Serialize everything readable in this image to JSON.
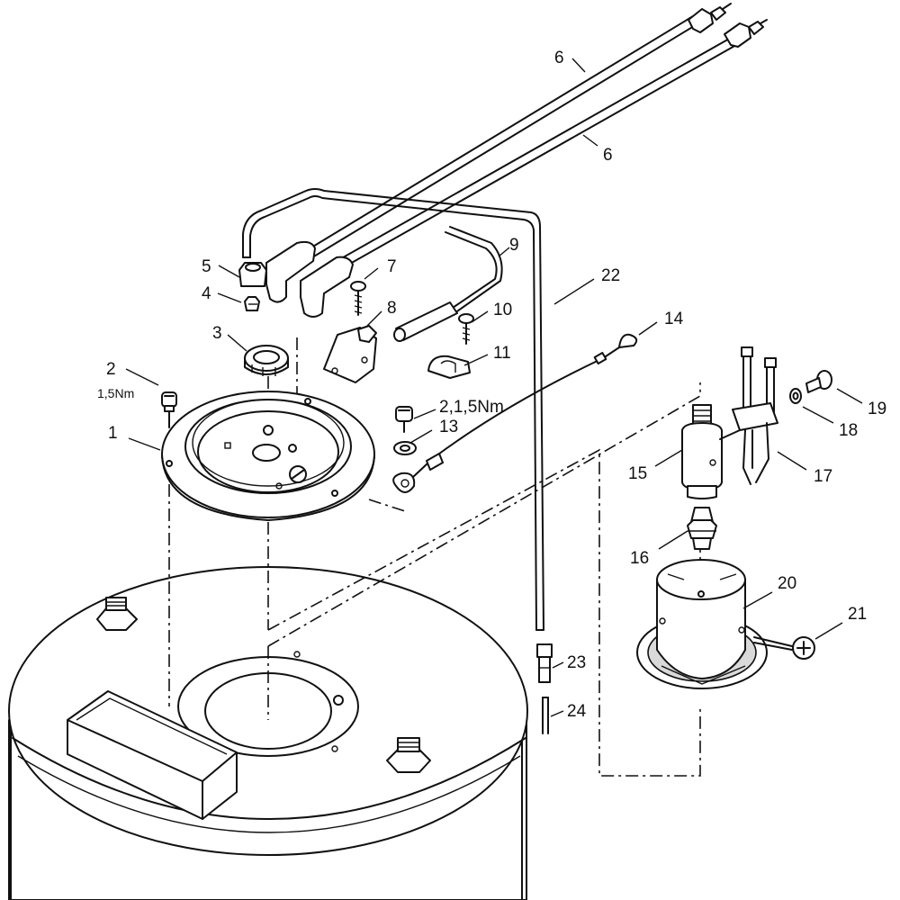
{
  "diagram": {
    "callouts": [
      {
        "id": "c1",
        "text": "1"
      },
      {
        "id": "c2",
        "text": "2"
      },
      {
        "id": "c2b",
        "text": "1,5Nm"
      },
      {
        "id": "c3",
        "text": "3"
      },
      {
        "id": "c4",
        "text": "4"
      },
      {
        "id": "c5",
        "text": "5"
      },
      {
        "id": "c6a",
        "text": "6"
      },
      {
        "id": "c6b",
        "text": "6"
      },
      {
        "id": "c7",
        "text": "7"
      },
      {
        "id": "c8",
        "text": "8"
      },
      {
        "id": "c9",
        "text": "9"
      },
      {
        "id": "c10",
        "text": "10"
      },
      {
        "id": "c11",
        "text": "11"
      },
      {
        "id": "c12",
        "text": "2,1,5Nm"
      },
      {
        "id": "c13",
        "text": "13"
      },
      {
        "id": "c14",
        "text": "14"
      },
      {
        "id": "c15",
        "text": "15"
      },
      {
        "id": "c16",
        "text": "16"
      },
      {
        "id": "c17",
        "text": "17"
      },
      {
        "id": "c18",
        "text": "18"
      },
      {
        "id": "c19",
        "text": "19"
      },
      {
        "id": "c20",
        "text": "20"
      },
      {
        "id": "c21",
        "text": "21"
      },
      {
        "id": "c22",
        "text": "22"
      },
      {
        "id": "c23",
        "text": "23"
      },
      {
        "id": "c24",
        "text": "24"
      }
    ]
  }
}
